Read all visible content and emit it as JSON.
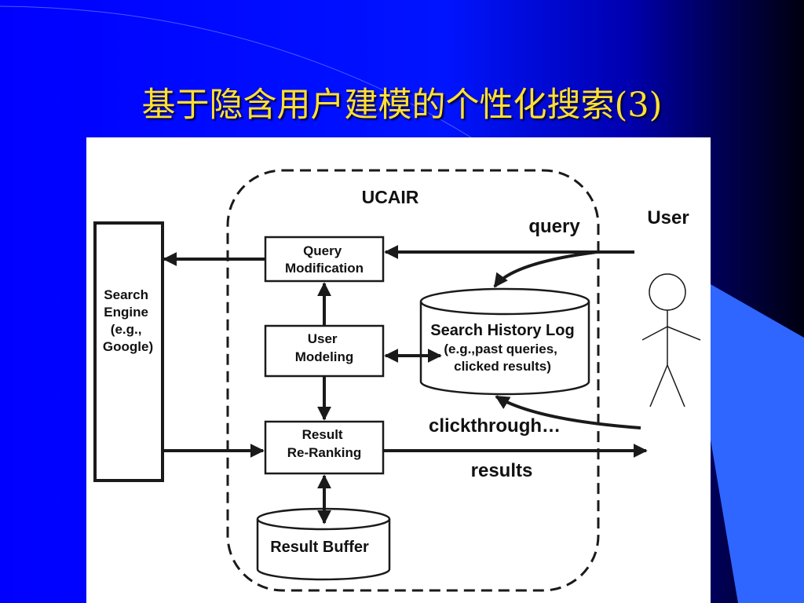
{
  "slide": {
    "title": "基于隐含用户建模的个性化搜索(3)",
    "colors": {
      "background": "#0a14ff",
      "background_dark": "#000010",
      "accent_shape": "#2f66ff",
      "title": "#ffe033",
      "diagram_ink": "#1a1a1a"
    }
  },
  "diagram": {
    "system_name": "UCAIR",
    "search_engine": [
      "Search",
      "Engine",
      "(e.g.,",
      "Google)"
    ],
    "query_modification": [
      "Query",
      "Modification"
    ],
    "user_modeling": [
      "User",
      "Modeling"
    ],
    "result_reranking": [
      "Result",
      "Re-Ranking"
    ],
    "search_history_log": {
      "title": "Search History Log",
      "detail": [
        "(e.g.,past queries,",
        "clicked results)"
      ]
    },
    "result_buffer": "Result Buffer",
    "user": "User",
    "flow_labels": {
      "query": "query",
      "clickthrough": "clickthrough…",
      "results": "results"
    }
  }
}
